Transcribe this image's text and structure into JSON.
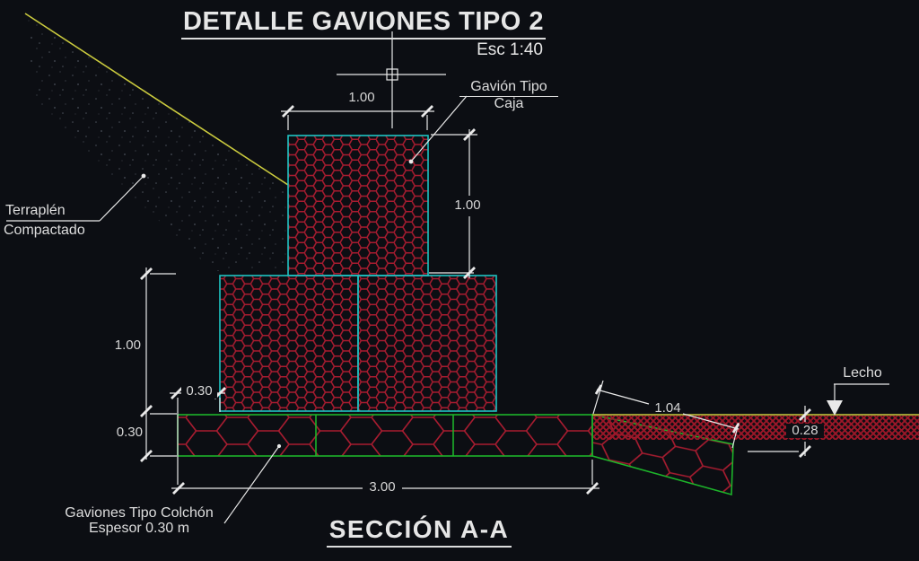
{
  "drawing": {
    "title": "DETALLE GAVIONES TIPO 2",
    "scale": "Esc 1:40",
    "section_title": "SECCIÓN A-A"
  },
  "labels": {
    "gavion_caja_line1": "Gavión Tipo",
    "gavion_caja_line2": "Caja",
    "terraplen_line1": "Terraplén",
    "terraplen_line2": "Compactado",
    "colchon_line1": "Gaviones Tipo Colchón",
    "colchon_line2": "Espesor 0.30 m",
    "lecho": "Lecho"
  },
  "dimensions": {
    "box_top_width": "1.00",
    "box_top_height": "1.00",
    "box_mid_height": "1.00",
    "toe_offset": "0.30",
    "mattress_thickness": "0.30",
    "mattress_length": "3.00",
    "apron_slope_length": "1.04",
    "bed_scour_depth": "0.28"
  },
  "colors": {
    "background": "#0c0e13",
    "mesh_red": "#a81c30",
    "box_border_cyan": "#1fc4c4",
    "mattress_border_green": "#1db32a",
    "terrain_yellow": "#cbcb3e",
    "dimension_white": "#e9e9e9"
  }
}
